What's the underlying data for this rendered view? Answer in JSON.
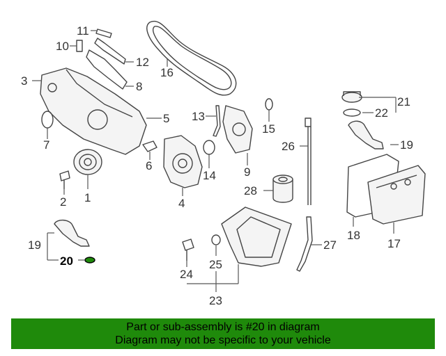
{
  "callouts": {
    "c1": "1",
    "c2": "2",
    "c3": "3",
    "c4": "4",
    "c5": "5",
    "c6": "6",
    "c7": "7",
    "c8": "8",
    "c9": "9",
    "c10": "10",
    "c11": "11",
    "c12": "12",
    "c13": "13",
    "c14": "14",
    "c15": "15",
    "c16": "16",
    "c17": "17",
    "c18": "18",
    "c19a": "19",
    "c19b": "19",
    "c20": "20",
    "c21": "21",
    "c22": "22",
    "c23": "23",
    "c24": "24",
    "c25": "25",
    "c26": "26",
    "c27": "27",
    "c28": "28"
  },
  "highlight_color": "#1f8a0b",
  "banner": {
    "line1": "Part or sub-assembly is #20 in diagram",
    "line2": "Diagram may not be specific to your vehicle"
  }
}
